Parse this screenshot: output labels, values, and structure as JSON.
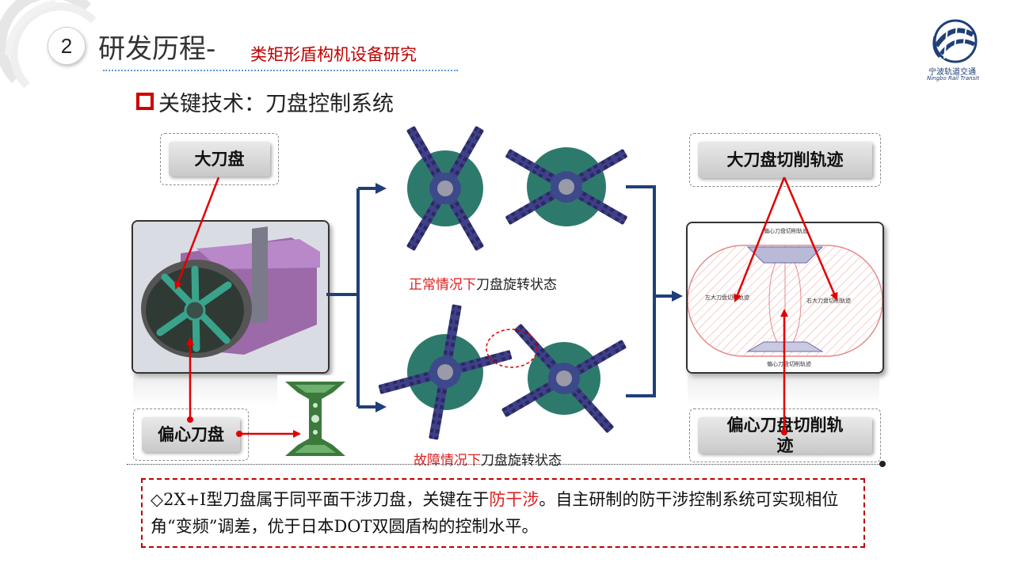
{
  "header": {
    "section_number": "2",
    "title": "研发历程",
    "title_separator": "-",
    "subtitle": "类矩形盾构机设备研究",
    "logo_cn": "宁波轨道交通",
    "logo_en": "Ningbo Rail Transit"
  },
  "heading": "关键技术：刀盘控制系统",
  "labels": {
    "large_cutterhead": "大刀盘",
    "eccentric_cutterhead": "偏心刀盘",
    "large_trajectory": "大刀盘切削轨迹",
    "eccentric_trajectory_line1": "偏心刀盘切削轨",
    "eccentric_trajectory_line2": "迹"
  },
  "captions": {
    "normal_red": "正常情况下",
    "normal_rest": "刀盘旋转状态",
    "fault_red": "故障情况下",
    "fault_rest": "刀盘旋转状态"
  },
  "trajectory_diagram": {
    "top_label": "偏心刀盘切削轨迹",
    "left_label": "左大刀盘切削轨迹",
    "right_label": "右大刀盘切削轨迹",
    "bottom_label": "偏心刀盘切削轨迹"
  },
  "note": {
    "part1": "◇2X+I型刀盘属于同平面干涉刀盘，关键在于",
    "highlight": "防干涉",
    "part2": "。自主研制的防干涉控制系统可实现相位角“变频”调差，优于日本DOT双圆盾构的控制水平。"
  },
  "colors": {
    "title_red": "#c00000",
    "caption_red": "#e02020",
    "arrow_red": "#e00000",
    "flow_blue": "#1f3f79",
    "disc_teal": "#2d7a6d",
    "arm_purple": "#3f3f8a"
  }
}
